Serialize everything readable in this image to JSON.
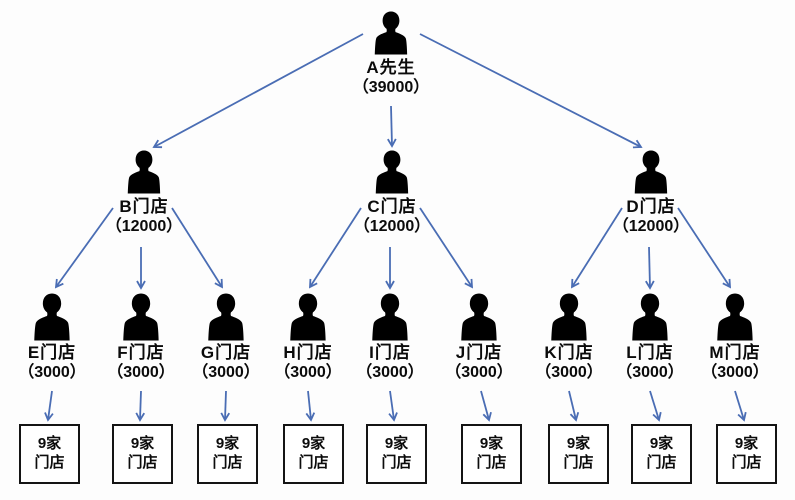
{
  "root": {
    "label": "A先生",
    "value": "（39000）"
  },
  "level2": [
    {
      "label": "B门店",
      "value": "（12000）"
    },
    {
      "label": "C门店",
      "value": "（12000）"
    },
    {
      "label": "D门店",
      "value": "（12000）"
    }
  ],
  "level3": [
    {
      "label": "E门店",
      "value": "（3000）"
    },
    {
      "label": "F门店",
      "value": "（3000）"
    },
    {
      "label": "G门店",
      "value": "（3000）"
    },
    {
      "label": "H门店",
      "value": "（3000）"
    },
    {
      "label": "I门店",
      "value": "（3000）"
    },
    {
      "label": "J门店",
      "value": "（3000）"
    },
    {
      "label": "K门店",
      "value": "（3000）"
    },
    {
      "label": "L门店",
      "value": "（3000）"
    },
    {
      "label": "M门店",
      "value": "（3000）"
    }
  ],
  "leaf": {
    "line1": "9家",
    "line2": "门店"
  },
  "colors": {
    "arrow": "#4a6db4",
    "icon": "#000000",
    "box_border": "#141414",
    "background": "#fdfdfd"
  }
}
